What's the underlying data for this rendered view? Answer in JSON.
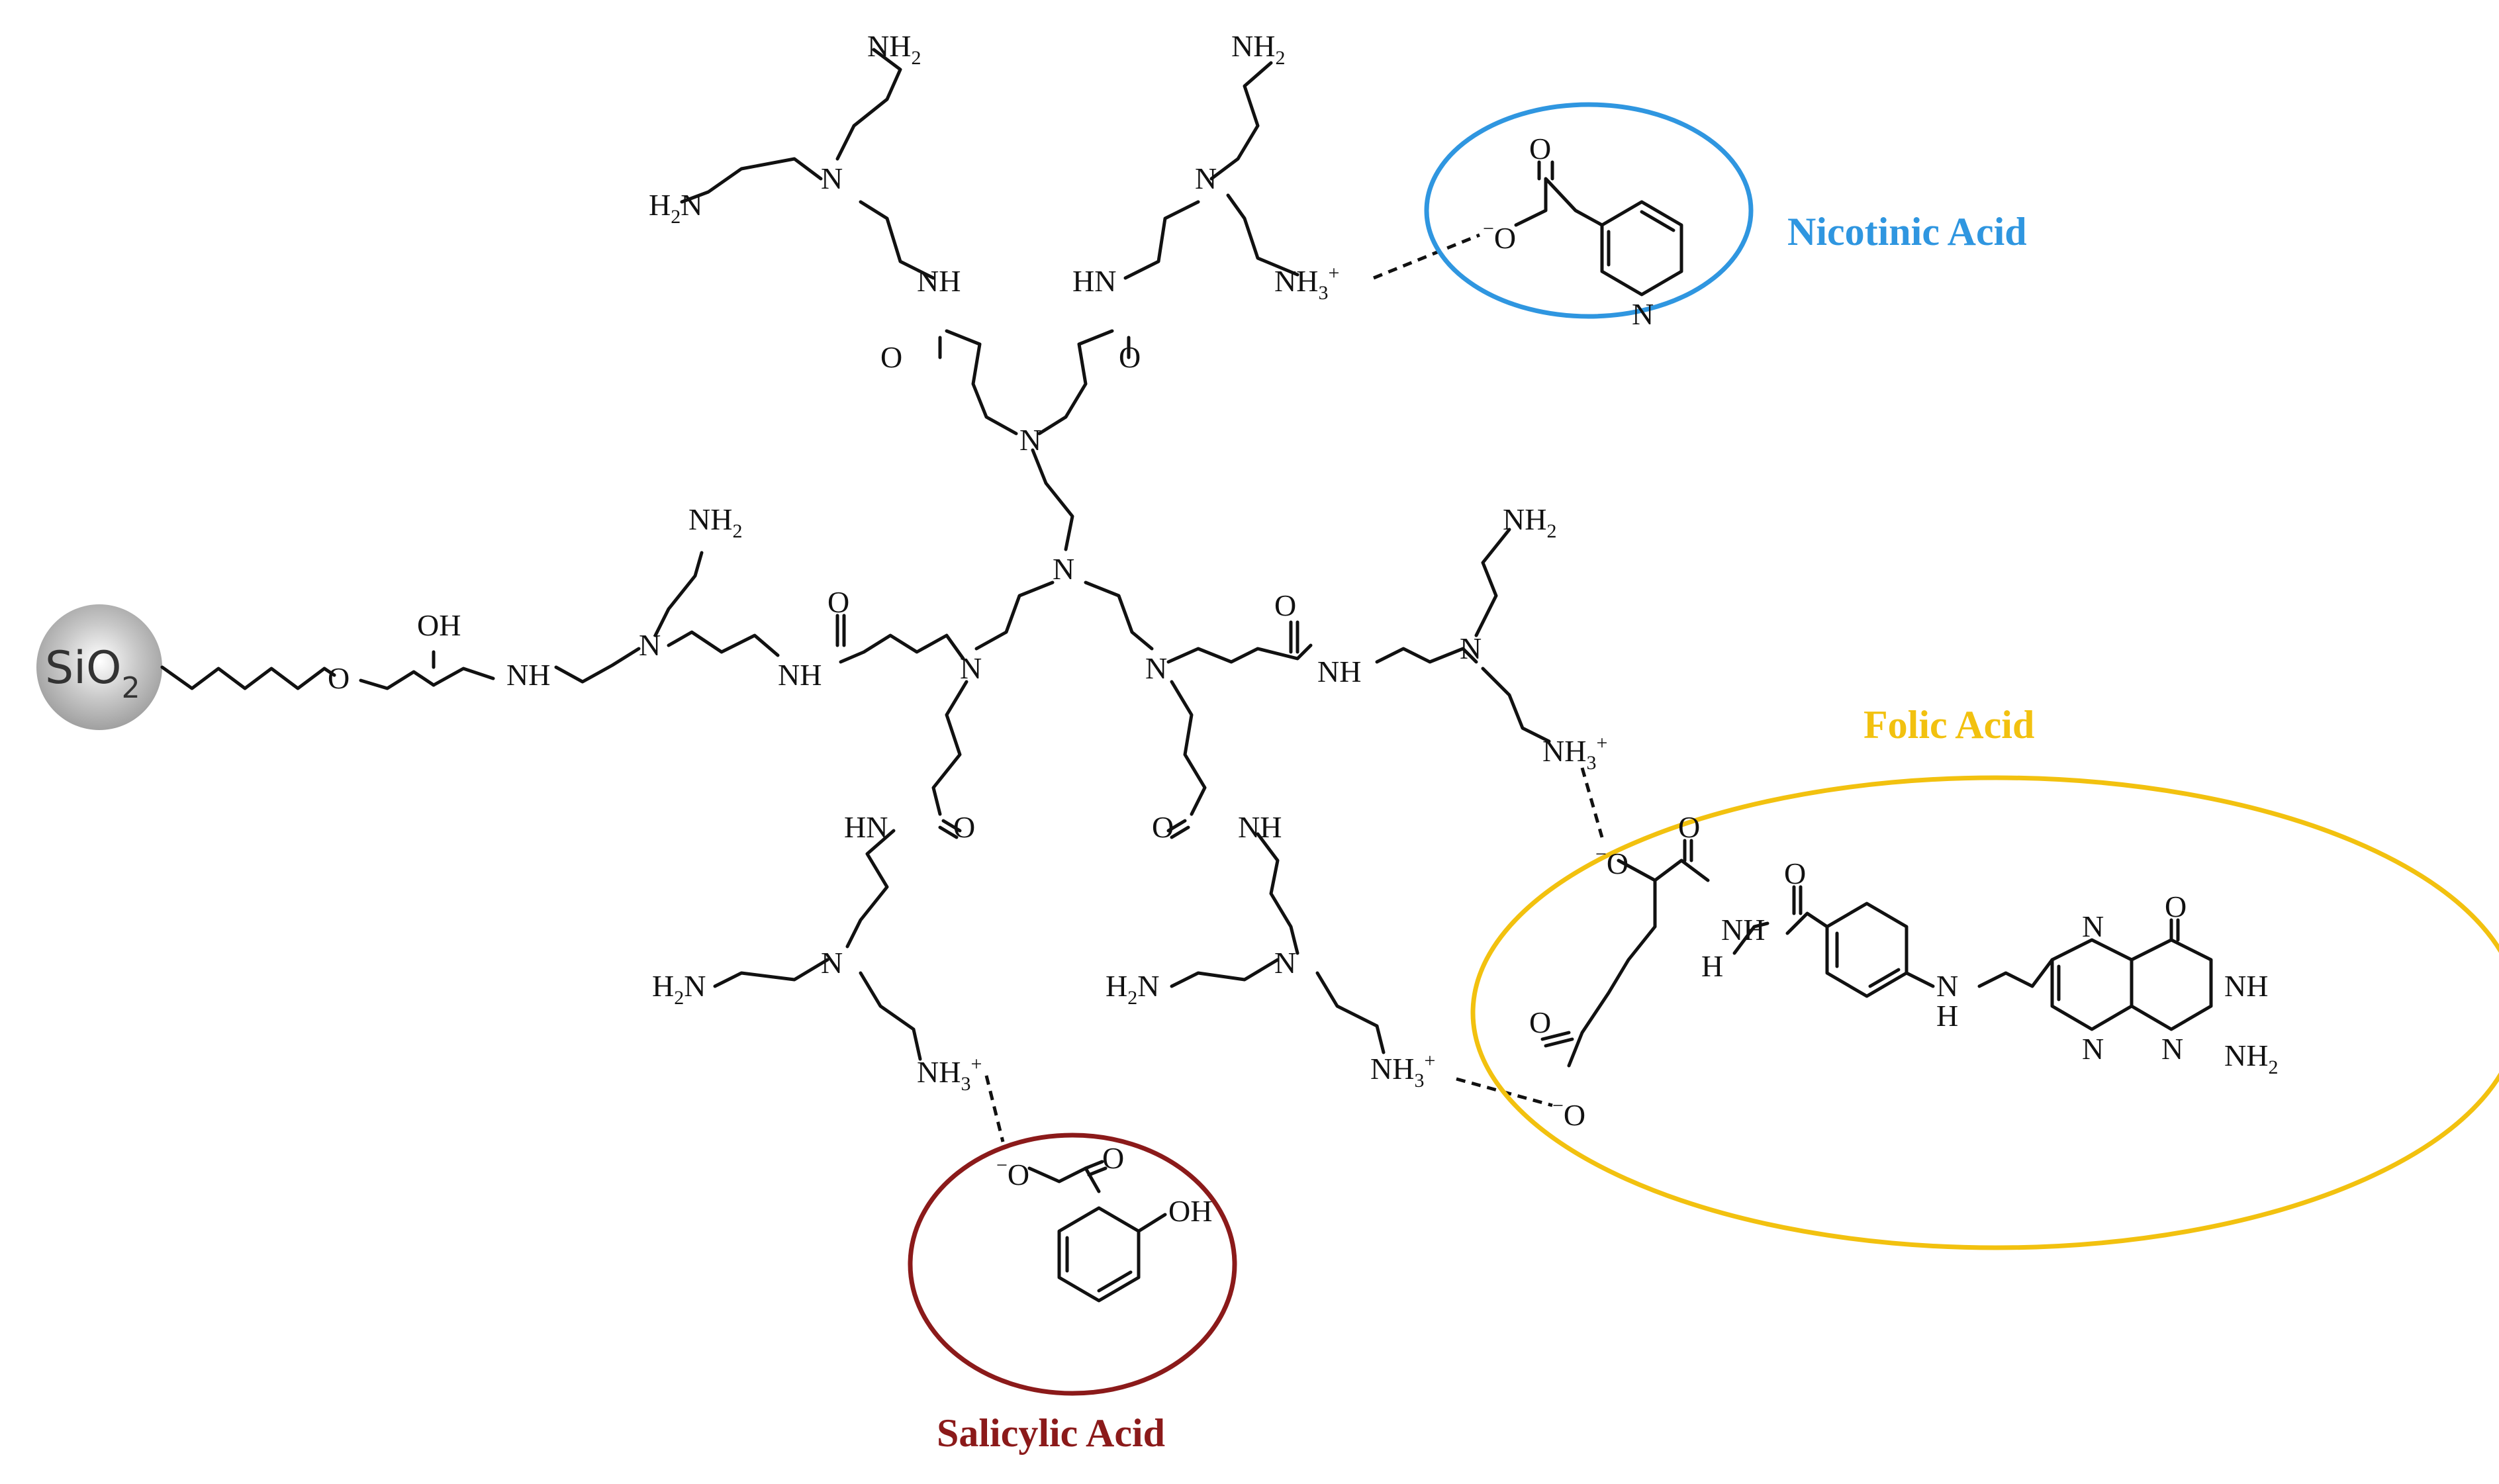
{
  "silica": {
    "label": "SiO",
    "sub": "2"
  },
  "labels": {
    "nicotinic": {
      "text": "Nicotinic Acid",
      "color": "#2f96e0"
    },
    "folic": {
      "text": "Folic Acid",
      "color": "#f2c10f"
    },
    "salicylic": {
      "text": "Salicylic Acid",
      "color": "#8b1a1a"
    }
  },
  "atoms": {
    "n": "N",
    "nh": "NH",
    "hn": "HN",
    "h": "H",
    "o": "O",
    "oh": "OH",
    "h2n": "H",
    "nh2": "NH",
    "nh3": "NH",
    "two": "2",
    "three": "3",
    "plus": "+",
    "minus": "−"
  }
}
